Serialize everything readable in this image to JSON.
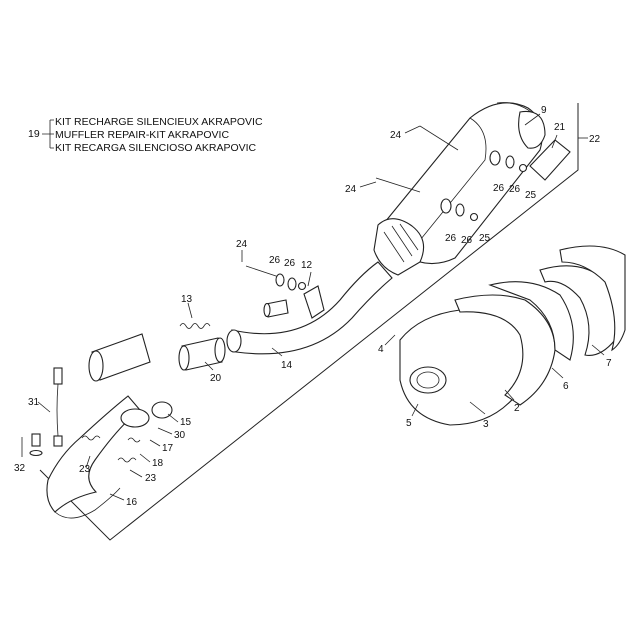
{
  "kit": {
    "ref": "19",
    "lines": [
      "KIT RECHARGE SILENCIEUX AKRAPOVIC",
      "MUFFLER REPAIR-KIT AKRAPOVIC",
      "KIT RECARGA SILENCIOSO AKRAPOVIC"
    ]
  },
  "callouts": {
    "c9": "9",
    "c21": "21",
    "c22": "22",
    "c24a": "24",
    "c24b": "24",
    "c24c": "24",
    "c26a": "26",
    "c26b": "26",
    "c26c": "26",
    "c26d": "26",
    "c26e": "26",
    "c26f": "26",
    "c25a": "25",
    "c25b": "25",
    "c12": "12",
    "c13": "13",
    "c14": "14",
    "c20": "20",
    "c4": "4",
    "c5": "5",
    "c3": "3",
    "c2": "2",
    "c6": "6",
    "c7": "7",
    "c31": "31",
    "c32": "32",
    "c15": "15",
    "c30": "30",
    "c17": "17",
    "c18": "18",
    "c23a": "23",
    "c23b": "23",
    "c16": "16"
  }
}
